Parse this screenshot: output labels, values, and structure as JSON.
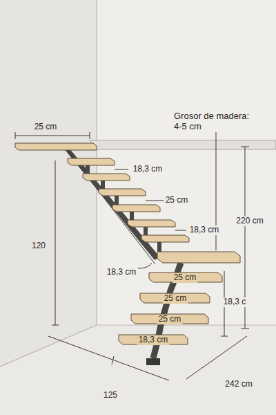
{
  "diagram": {
    "labels": [
      "25 cm",
      "Grosor de madera: 4-5 cm",
      "18,3 cm",
      "25 cm",
      "18,3 cm",
      "220 cm",
      "120",
      "18,3 cm",
      "25 cm",
      "25 cm",
      "18,3 c",
      "25 cm",
      "18,3 cm",
      "125",
      "242 cm"
    ]
  }
}
